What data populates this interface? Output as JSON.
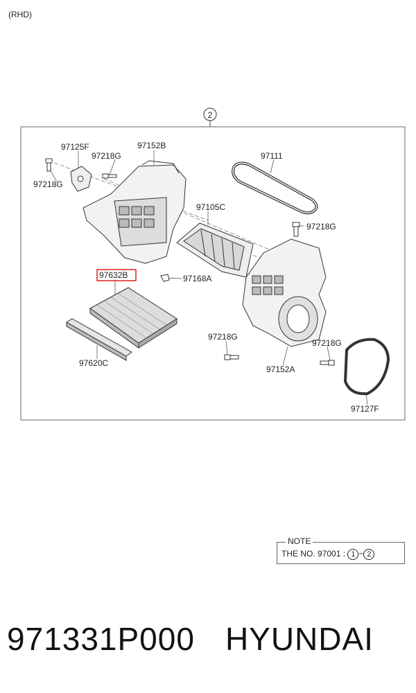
{
  "header": {
    "variant": "(RHD)"
  },
  "diagram": {
    "group_ref": "2",
    "labels": {
      "p97125F": "97125F",
      "p97218G_top": "97218G",
      "p97218G_left": "97218G",
      "p97152B": "97152B",
      "p97111": "97111",
      "p97105C": "97105C",
      "p97218G_right": "97218G",
      "p97632B": "97632B",
      "p97168A": "97168A",
      "p97218G_mid": "97218G",
      "p97218G_br": "97218G",
      "p97620C": "97620C",
      "p97152A": "97152A",
      "p97127F": "97127F"
    },
    "highlight_color": "#e0201f"
  },
  "note": {
    "title": "NOTE",
    "text_prefix": "THE NO. 97001 :",
    "range_start": "1",
    "range_sep": "~",
    "range_end": "2"
  },
  "footer": {
    "part_number": "971331P000",
    "brand": "HYUNDAI"
  }
}
